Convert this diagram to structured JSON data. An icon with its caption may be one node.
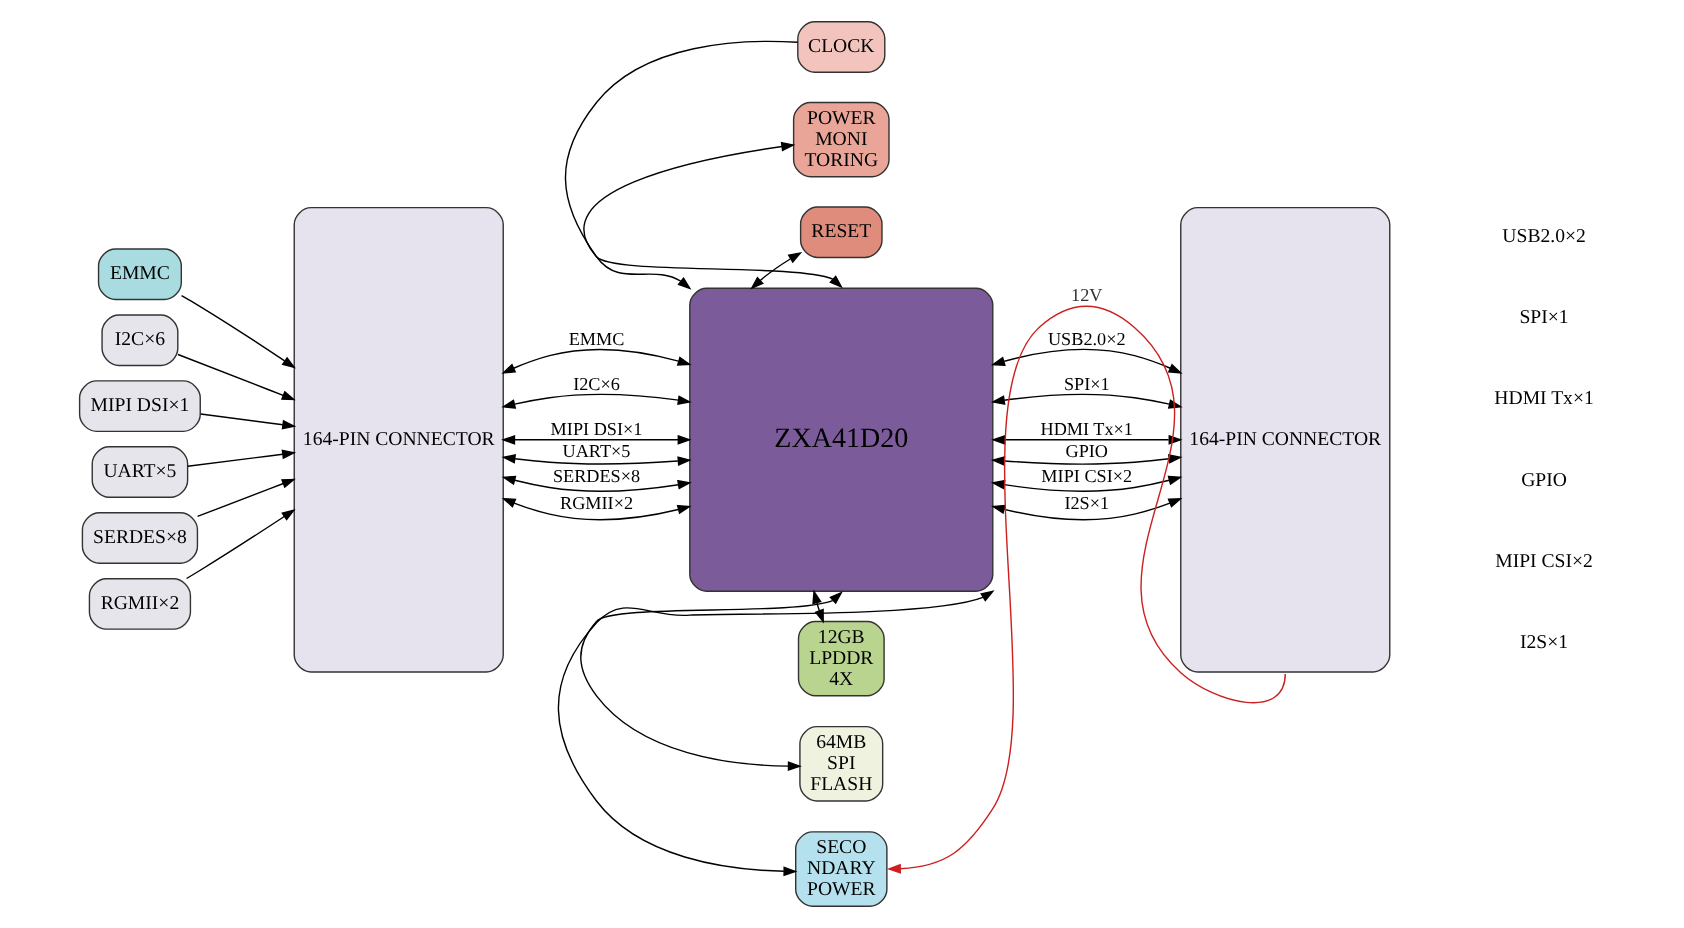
{
  "diagram": {
    "nodes": [
      {
        "text": [
          "164-PIN CONNECTOR"
        ]
      },
      {
        "text": [
          "EMMC"
        ]
      },
      {
        "text": [
          "I2C×6"
        ]
      },
      {
        "text": [
          "MIPI DSI×1"
        ]
      },
      {
        "text": [
          "UART×5"
        ]
      },
      {
        "text": [
          "SERDES×8"
        ]
      },
      {
        "text": [
          "RGMII×2"
        ]
      },
      {
        "text": [
          "CLOCK"
        ]
      },
      {
        "text": [
          "POWER MONI TORING"
        ]
      },
      {
        "text": [
          "RESET"
        ]
      },
      {
        "text": [
          "ZXA41D20"
        ]
      },
      {
        "text": [
          "12GB LPDDR 4X"
        ]
      },
      {
        "text": [
          "64MB SPI FLASH"
        ]
      },
      {
        "text": [
          "SECO NDARY POWER"
        ]
      },
      {
        "text": [
          "164-PIN CONNECTOR"
        ]
      }
    ],
    "edges": [
      {
        "from": 1,
        "to": 0,
        "arrow": "to"
      },
      {
        "from": 2,
        "to": 0,
        "arrow": "to"
      },
      {
        "from": 3,
        "to": 0,
        "arrow": "to"
      },
      {
        "from": 4,
        "to": 0,
        "arrow": "to"
      },
      {
        "from": 5,
        "to": 0,
        "arrow": "to"
      },
      {
        "from": 6,
        "to": 0,
        "arrow": "to"
      },
      {
        "from": 0,
        "to": 10,
        "arrow": "both",
        "label": "EMMC"
      },
      {
        "from": 0,
        "to": 10,
        "arrow": "both",
        "label": "I2C×6"
      },
      {
        "from": 0,
        "to": 10,
        "arrow": "both",
        "label": "MIPI DSI×1"
      },
      {
        "from": 0,
        "to": 10,
        "arrow": "both",
        "label": "UART×5"
      },
      {
        "from": 0,
        "to": 10,
        "arrow": "both",
        "label": "SERDES×8"
      },
      {
        "from": 0,
        "to": 10,
        "arrow": "both",
        "label": "RGMII×2"
      },
      {
        "from": 7,
        "to": 10,
        "arrow": "to"
      },
      {
        "from": 8,
        "to": 10,
        "arrow": "both"
      },
      {
        "from": 9,
        "to": 10,
        "arrow": "both"
      },
      {
        "from": 10,
        "to": 14,
        "arrow": "both",
        "label": "USB2.0×2"
      },
      {
        "from": 10,
        "to": 14,
        "arrow": "both",
        "label": "SPI×1"
      },
      {
        "from": 10,
        "to": 14,
        "arrow": "both",
        "label": "HDMI Tx×1"
      },
      {
        "from": 10,
        "to": 14,
        "arrow": "both",
        "label": "GPIO"
      },
      {
        "from": 10,
        "to": 14,
        "arrow": "both",
        "label": "MIPI CSI×2"
      },
      {
        "from": 10,
        "to": 14,
        "arrow": "both",
        "label": "I2S×1"
      },
      {
        "from": 10,
        "to": 11,
        "arrow": "both"
      },
      {
        "from": 10,
        "to": 12,
        "arrow": "both"
      },
      {
        "from": 10,
        "to": 13,
        "arrow": "both"
      },
      {
        "from": 14,
        "to": 13,
        "arrow": "to",
        "label": "12V",
        "color": "#cc1f1f"
      }
    ],
    "labels": [
      "USB2.0×2",
      "SPI×1",
      "HDMI Tx×1",
      "GPIO",
      "MIPI CSI×2",
      "I2S×1"
    ]
  }
}
